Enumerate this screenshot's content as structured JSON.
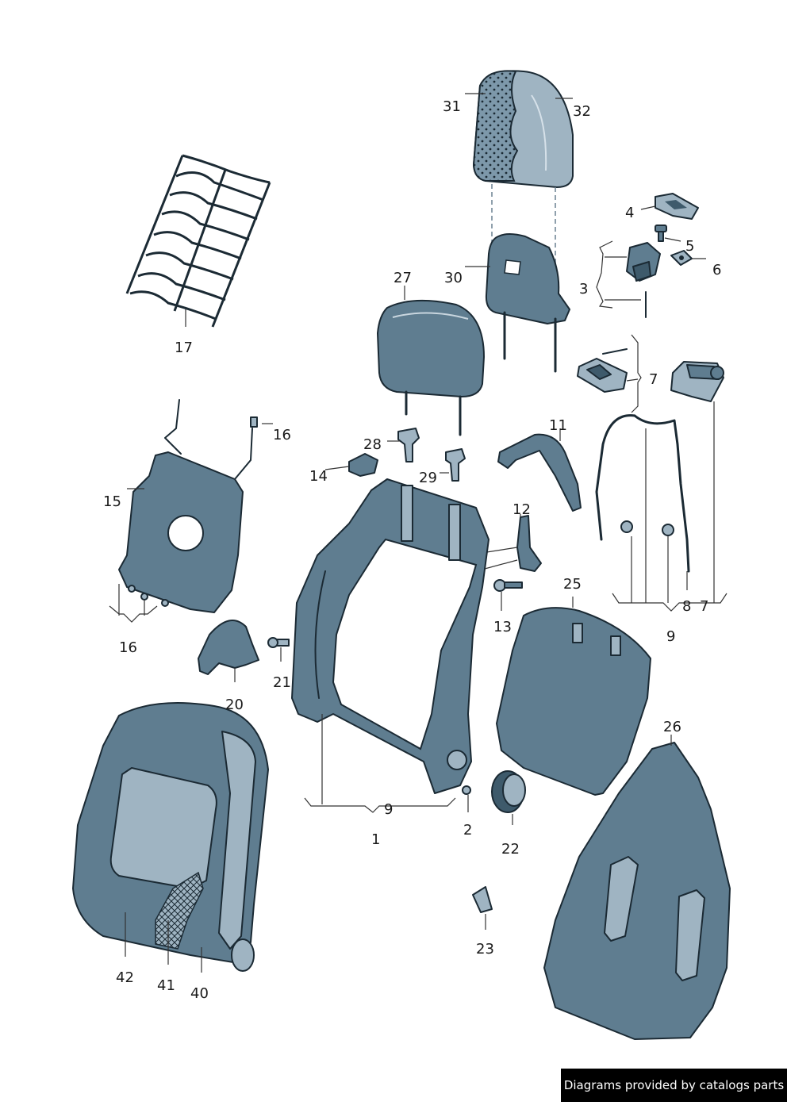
{
  "footer": {
    "text": "Diagrams provided by catalogs parts"
  },
  "labels": {
    "l1": "1",
    "l2": "2",
    "l3": "3",
    "l4": "4",
    "l5": "5",
    "l6": "6",
    "l7a": "7",
    "l7b": "7",
    "l8": "8",
    "l9a": "9",
    "l9b": "9",
    "l11": "11",
    "l12": "12",
    "l13": "13",
    "l14": "14",
    "l15": "15",
    "l16a": "16",
    "l16b": "16",
    "l17": "17",
    "l20": "20",
    "l21": "21",
    "l22": "22",
    "l23": "23",
    "l25": "25",
    "l26": "26",
    "l27": "27",
    "l28": "28",
    "l29": "29",
    "l30": "30",
    "l31": "31",
    "l32": "32",
    "l40": "40",
    "l41": "41",
    "l42": "42"
  },
  "colors": {
    "part": "#5f7d90",
    "outline": "#1b2a34",
    "background": "#ffffff"
  }
}
